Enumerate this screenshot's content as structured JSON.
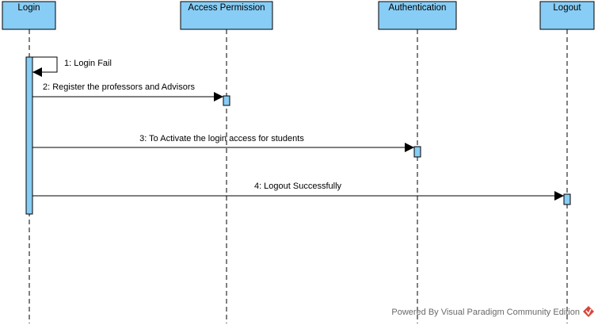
{
  "lifelines": [
    {
      "name": "Login"
    },
    {
      "name": "Access Permission"
    },
    {
      "name": "Authentication"
    },
    {
      "name": "Logout"
    }
  ],
  "messages": [
    {
      "label": "1: Login Fail",
      "from": "Login",
      "to": "Login",
      "kind": "self"
    },
    {
      "label": "2: Register the professors and Advisors",
      "from": "Login",
      "to": "Access Permission"
    },
    {
      "label": "3: To Activate the login access for students",
      "from": "Login",
      "to": "Authentication"
    },
    {
      "label": "4: Logout Successfully",
      "from": "Login",
      "to": "Logout"
    }
  ],
  "watermark": {
    "text": "Powered By Visual Paradigm Community Edition",
    "icon": "visual-paradigm-logo-icon"
  },
  "colors": {
    "header_fill": "#87cdf5",
    "activation_fill": "#87cdf5",
    "stroke": "#000000",
    "watermark_text": "#6a6a6a",
    "logo": "#d8443c"
  }
}
